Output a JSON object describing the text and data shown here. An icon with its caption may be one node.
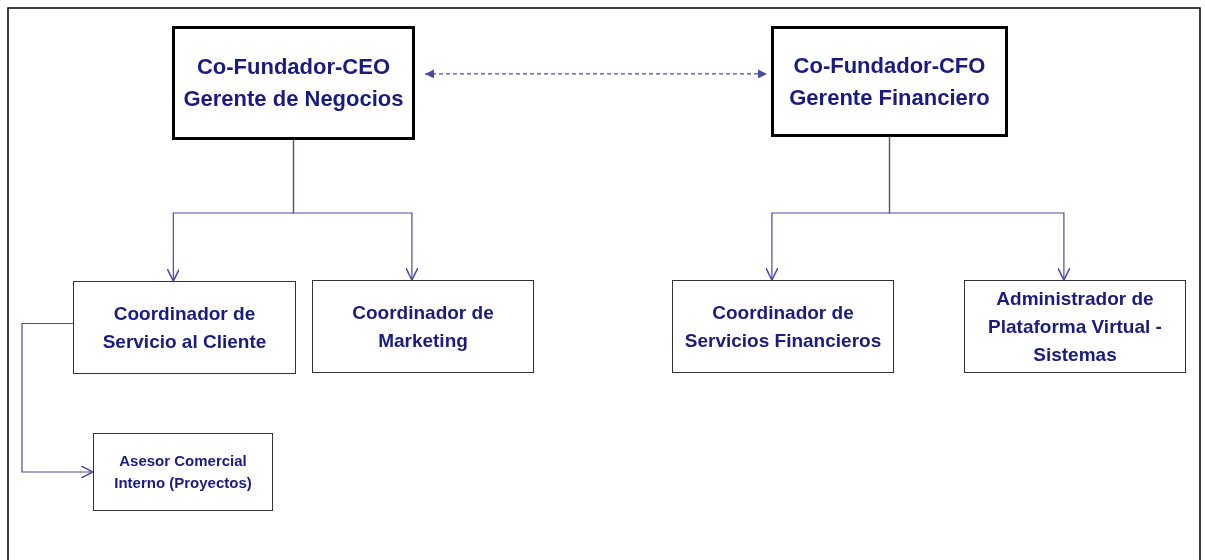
{
  "diagram": {
    "nodes": [
      {
        "text": [
          "Co-Fundador-CEO Gerente de Negocios"
        ]
      },
      {
        "text": [
          "Co-Fundador-CFO Gerente Financiero"
        ]
      },
      {
        "text": [
          "Coordinador de Servicio al Cliente"
        ]
      },
      {
        "text": [
          "Coordinador de Marketing"
        ]
      },
      {
        "text": [
          "Coordinador de Servicios Financieros"
        ]
      },
      {
        "text": [
          "Administrador de Plataforma Virtual - Sistemas"
        ]
      },
      {
        "text": [
          "Asesor Comercial Interno (Proyectos)"
        ]
      }
    ],
    "edges": [
      {
        "from": 0,
        "to": 1,
        "arrow": "both",
        "style": "dashed"
      },
      {
        "from": 0,
        "to": 2,
        "arrow": "to"
      },
      {
        "from": 0,
        "to": 3,
        "arrow": "to"
      },
      {
        "from": 1,
        "to": 4,
        "arrow": "to"
      },
      {
        "from": 1,
        "to": 5,
        "arrow": "to"
      },
      {
        "from": 2,
        "to": 6,
        "arrow": "to"
      }
    ]
  }
}
